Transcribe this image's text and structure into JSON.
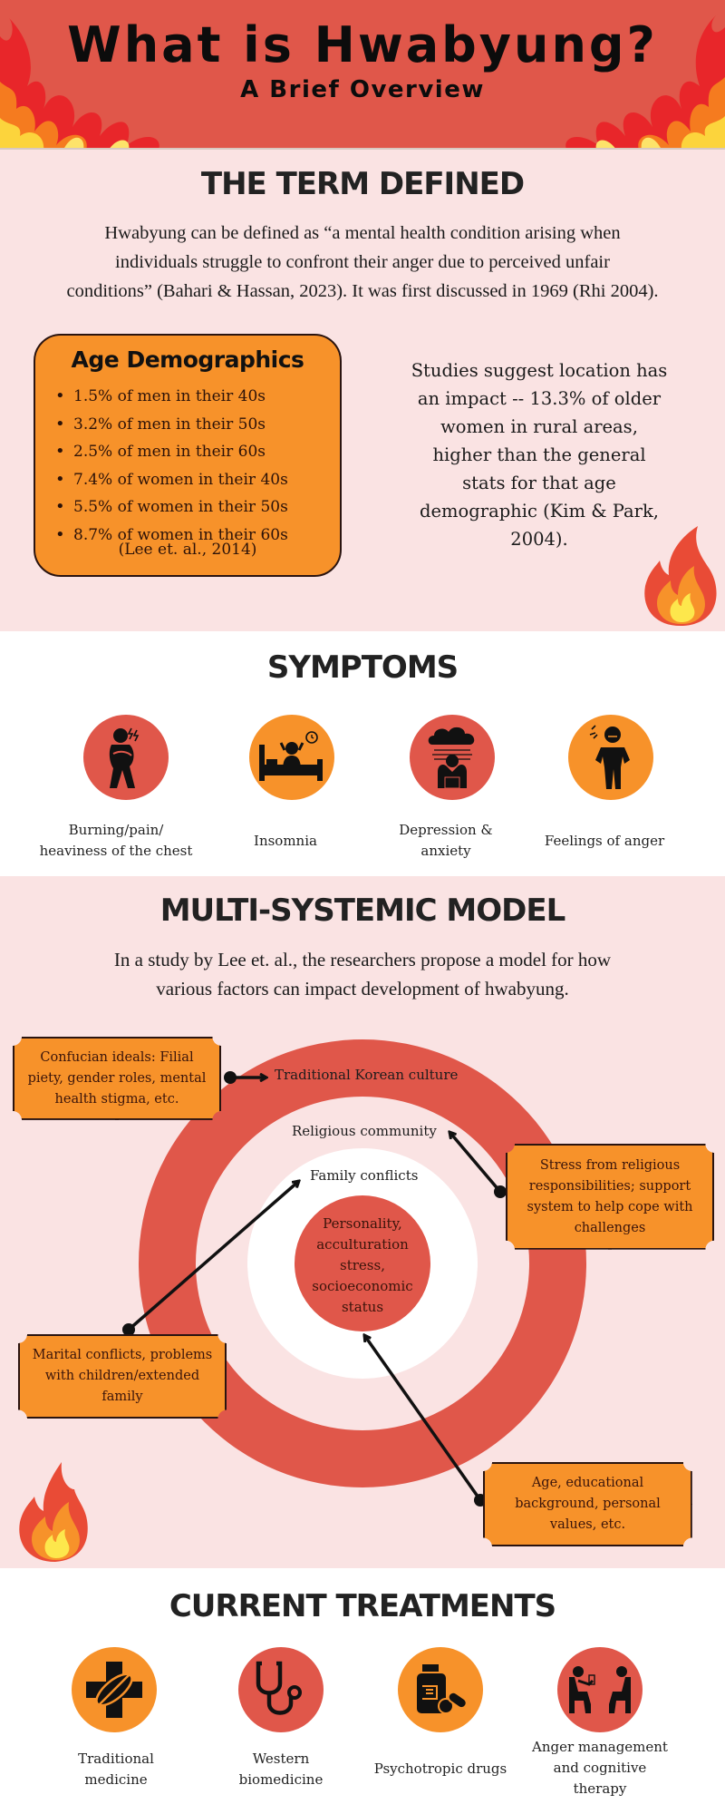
{
  "header": {
    "title": "What is Hwabyung?",
    "subtitle": "A Brief Overview"
  },
  "term_defined": {
    "title": "THE TERM DEFINED",
    "lines": [
      "Hwabyung can be defined as “a mental health condition arising when",
      "individuals struggle to confront their anger due to perceived unfair",
      "conditions” (Bahari & Hassan, 2023). It was first discussed in 1969 (Rhi 2004)."
    ],
    "age_demographics": {
      "title": "Age Demographics",
      "items": [
        "1.5% of men in their 40s",
        "3.2% of men in their 50s",
        "2.5% of men in their 60s",
        "7.4% of women in their 40s",
        "5.5% of women in their 50s",
        "8.7% of women in their 60s"
      ],
      "citation": "(Lee et. al., 2014)"
    },
    "location_lines": [
      "Studies suggest location has",
      "an impact -- 13.3% of older",
      "women in rural areas,",
      "higher than the general",
      "stats for that age",
      "demographic (Kim & Park,",
      "2004)."
    ]
  },
  "symptoms": {
    "title": "SYMPTOMS",
    "items": [
      {
        "icon": "chest-pain-icon",
        "line1": "Burning/pain/",
        "line2": "heaviness of the chest",
        "color": "#e0574a"
      },
      {
        "icon": "insomnia-icon",
        "line1": "Insomnia",
        "line2": "",
        "color": "#f7922a"
      },
      {
        "icon": "depression-cloud-icon",
        "line1": "Depression &",
        "line2": "anxiety",
        "color": "#e0574a"
      },
      {
        "icon": "angry-person-icon",
        "line1": "Feelings of anger",
        "line2": "",
        "color": "#f7922a"
      }
    ]
  },
  "model": {
    "title": "MULTI-SYSTEMIC MODEL",
    "lines": [
      "In a study by Lee et. al., the researchers propose a model for how",
      "various factors can impact development of hwabyung."
    ],
    "rings": {
      "outer": "Traditional Korean culture",
      "middle": "Religious community",
      "inner": "Family conflicts",
      "core_lines": [
        "Personality,",
        "acculturation",
        "stress,",
        "socioeconomic",
        "status"
      ]
    },
    "callouts": {
      "culture": [
        "Confucian ideals: Filial",
        "piety, gender roles, mental",
        "health stigma, etc."
      ],
      "religion": [
        "Stress from religious",
        "responsibilities; support",
        "system to help cope with",
        "challenges"
      ],
      "family": [
        "Marital conflicts, problems",
        "with children/extended",
        "family"
      ],
      "individual": [
        "Age, educational",
        "background, personal",
        "values, etc."
      ]
    }
  },
  "treatments": {
    "title": "CURRENT TREATMENTS",
    "items": [
      {
        "icon": "herbal-medicine-icon",
        "lines": [
          "Traditional",
          "medicine"
        ],
        "color": "#f7922a"
      },
      {
        "icon": "stethoscope-icon",
        "lines": [
          "Western",
          "biomedicine"
        ],
        "color": "#e0574a"
      },
      {
        "icon": "pill-bottle-icon",
        "lines": [
          "Psychotropic drugs"
        ],
        "color": "#f7922a"
      },
      {
        "icon": "therapy-session-icon",
        "lines": [
          "Anger management",
          "and cognitive",
          "therapy"
        ],
        "color": "#e0574a"
      }
    ]
  },
  "colors": {
    "red": "#e0574a",
    "orange": "#f7922a",
    "pink_bg": "#fae3e3",
    "ink": "#222222"
  }
}
